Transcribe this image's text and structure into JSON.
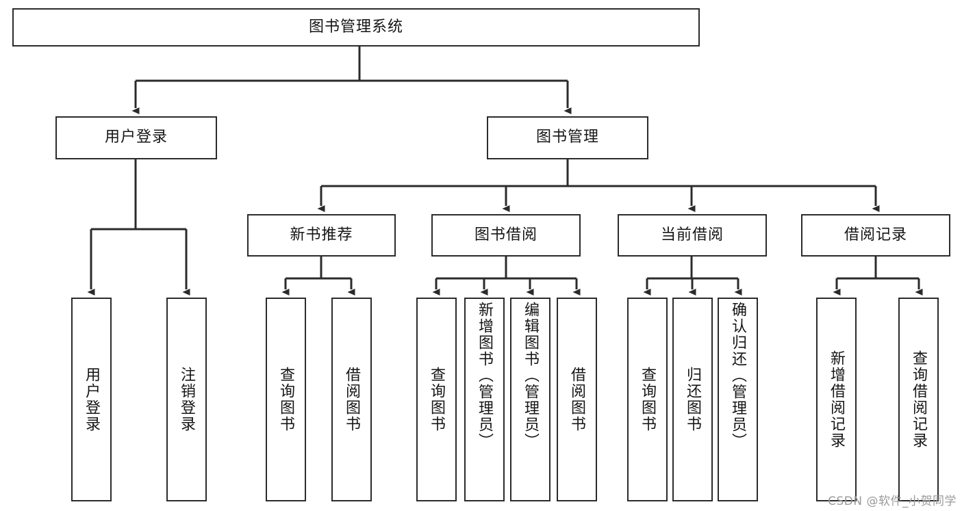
{
  "diagram": {
    "title": "图书管理系统",
    "type": "tree-hierarchy",
    "watermark": "CSDN @软件_小贺同学",
    "colors": {
      "background": "#ffffff",
      "box_border": "#2b2b2b",
      "connector": "#2b2b2b",
      "text": "#151515",
      "watermark": "#9a9a9a"
    },
    "root": {
      "label": "图书管理系统"
    },
    "level2": [
      {
        "label": "用户登录"
      },
      {
        "label": "图书管理"
      }
    ],
    "level3": [
      {
        "label": "新书推荐"
      },
      {
        "label": "图书借阅"
      },
      {
        "label": "当前借阅"
      },
      {
        "label": "借阅记录"
      }
    ],
    "leaves": {
      "user_login": [
        {
          "label": "用户登录"
        },
        {
          "label": "注销登录"
        }
      ],
      "new_book_recommend": [
        {
          "label": "查询图书"
        },
        {
          "label": "借阅图书"
        }
      ],
      "book_borrow": [
        {
          "label": "查询图书"
        },
        {
          "label": "新增图书（管理员）"
        },
        {
          "label": "编辑图书（管理员）"
        },
        {
          "label": "借阅图书"
        }
      ],
      "current_borrow": [
        {
          "label": "查询图书"
        },
        {
          "label": "归还图书"
        },
        {
          "label": "确认归还（管理员）"
        }
      ],
      "borrow_record": [
        {
          "label": "新增借阅记录"
        },
        {
          "label": "查询借阅记录"
        }
      ]
    }
  }
}
